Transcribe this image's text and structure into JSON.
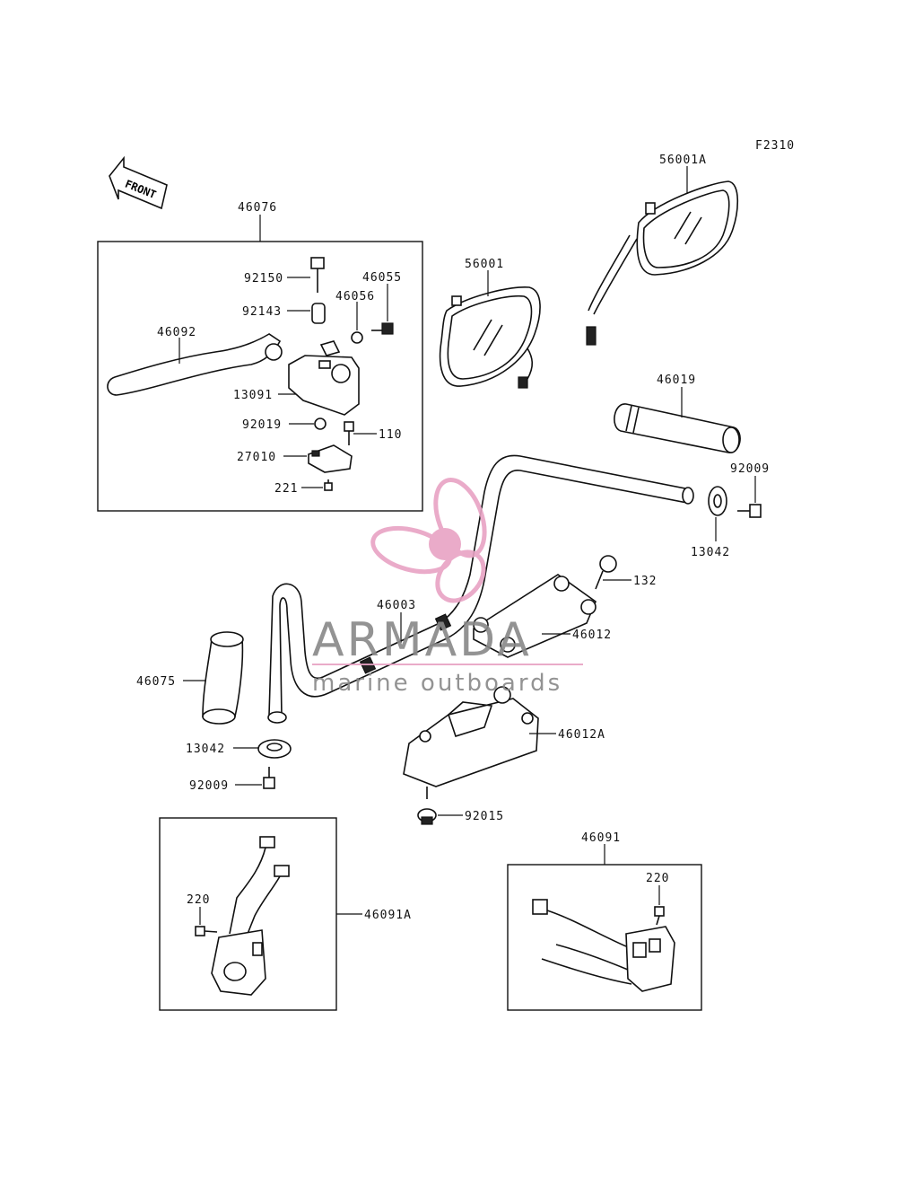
{
  "diagram": {
    "code": "F2310",
    "front_label": "FRONT",
    "callouts": {
      "p46076": "46076",
      "p92150": "92150",
      "p46055": "46055",
      "p46056": "46056",
      "p92143": "92143",
      "p46092": "46092",
      "p13091": "13091",
      "p92019": "92019",
      "p110": "110",
      "p27010": "27010",
      "p221": "221",
      "p56001": "56001",
      "p56001A": "56001A",
      "p46019": "46019",
      "p92009_r": "92009",
      "p13042_r": "13042",
      "p132": "132",
      "p46003": "46003",
      "p46012": "46012",
      "p46075": "46075",
      "p13042_l": "13042",
      "p92009_l": "92009",
      "p46012A": "46012A",
      "p92015": "92015",
      "p220_l": "220",
      "p46091A": "46091A",
      "p46091": "46091",
      "p220_r": "220"
    }
  },
  "watermark": {
    "brand": "ARMADA",
    "tagline": "marine outboards",
    "accent_color": "#e8a3c4"
  }
}
